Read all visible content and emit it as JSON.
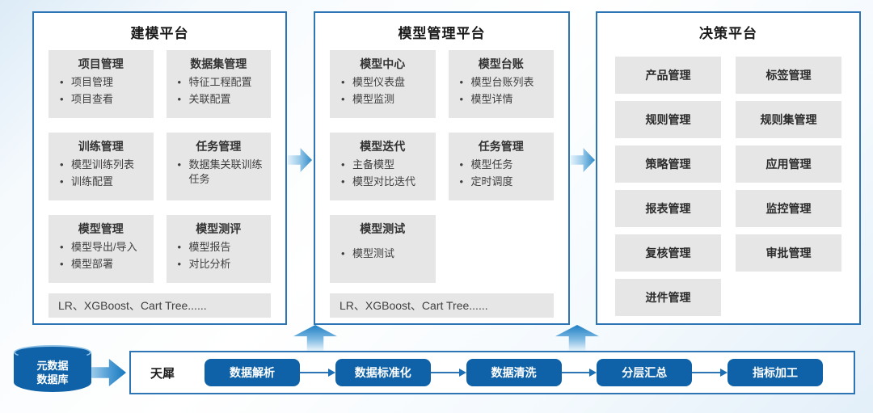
{
  "colors": {
    "panel_border": "#2e75b6",
    "card_background": "#e7e6e6",
    "accent_dark_blue": "#0f62a8",
    "arrow_gradient_light": "#e3f1fa",
    "arrow_gradient_dark": "#2e8ac8",
    "text_dark": "#404040"
  },
  "platforms": [
    {
      "title": "建模平台",
      "cards": [
        {
          "title": "项目管理",
          "items": [
            "项目管理",
            "项目查看"
          ]
        },
        {
          "title": "数据集管理",
          "items": [
            "特征工程配置",
            "关联配置"
          ]
        },
        {
          "title": "训练管理",
          "items": [
            "模型训练列表",
            "训练配置"
          ]
        },
        {
          "title": "任务管理",
          "items": [
            "数据集关联训练任务"
          ]
        },
        {
          "title": "模型管理",
          "items": [
            "模型导出/导入",
            "模型部署"
          ]
        },
        {
          "title": "模型测评",
          "items": [
            "模型报告",
            "对比分析"
          ]
        }
      ],
      "footer": "LR、XGBoost、Cart Tree......"
    },
    {
      "title": "模型管理平台",
      "cards": [
        {
          "title": "模型中心",
          "items": [
            "模型仪表盘",
            "模型监测"
          ]
        },
        {
          "title": "模型台账",
          "items": [
            "模型台账列表",
            "模型详情"
          ]
        },
        {
          "title": "模型迭代",
          "items": [
            "主备模型",
            "模型对比迭代"
          ]
        },
        {
          "title": "任务管理",
          "items": [
            "模型任务",
            "定时调度"
          ]
        },
        {
          "title": "模型测试",
          "items": [
            "模型测试"
          ]
        }
      ],
      "footer": "LR、XGBoost、Cart Tree......"
    },
    {
      "title": "决策平台",
      "modules": [
        "产品管理",
        "标签管理",
        "规则管理",
        "规则集管理",
        "策略管理",
        "应用管理",
        "报表管理",
        "监控管理",
        "复核管理",
        "审批管理",
        "进件管理"
      ]
    }
  ],
  "datasource": {
    "label_line1": "元数据",
    "label_line2": "数据库"
  },
  "pipeline": {
    "label": "天犀",
    "steps": [
      "数据解析",
      "数据标准化",
      "数据清洗",
      "分层汇总",
      "指标加工"
    ]
  }
}
